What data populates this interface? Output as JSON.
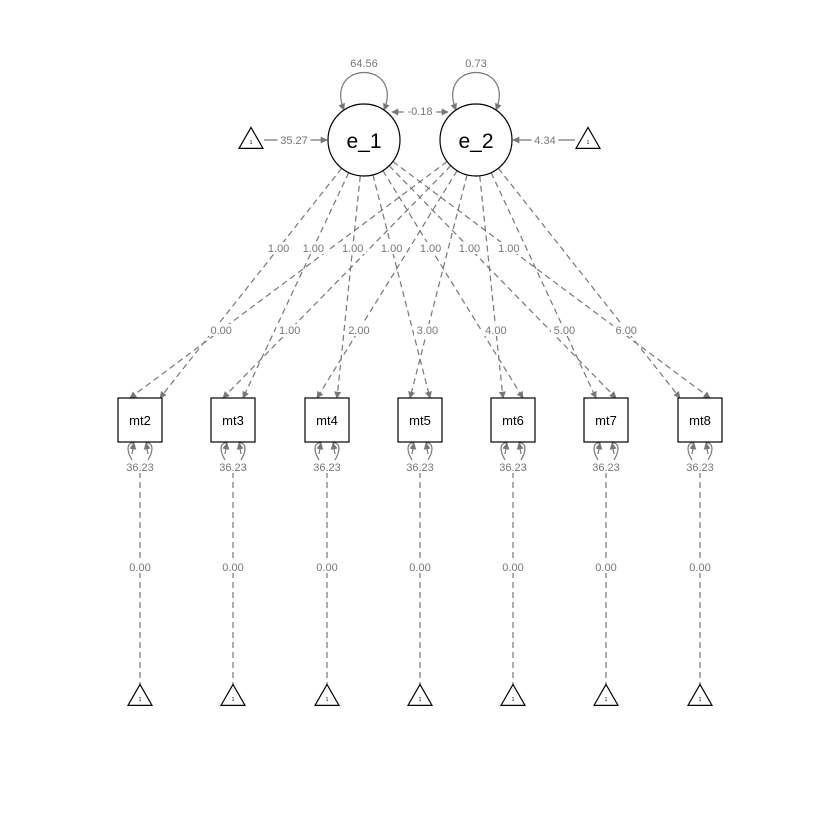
{
  "diagram": {
    "edge_color": "#777777",
    "node_stroke": "#000000",
    "latents": [
      {
        "id": "e_1",
        "label": "e_1",
        "variance": "64.56",
        "intercept": "35.27"
      },
      {
        "id": "e_2",
        "label": "e_2",
        "variance": "0.73",
        "intercept": "4.34"
      }
    ],
    "latent_covariance": "-0.18",
    "manifests": [
      {
        "id": "mt2",
        "label": "mt2",
        "residual": "36.23",
        "intercept": "0.00"
      },
      {
        "id": "mt3",
        "label": "mt3",
        "residual": "36.23",
        "intercept": "0.00"
      },
      {
        "id": "mt4",
        "label": "mt4",
        "residual": "36.23",
        "intercept": "0.00"
      },
      {
        "id": "mt5",
        "label": "mt5",
        "residual": "36.23",
        "intercept": "0.00"
      },
      {
        "id": "mt6",
        "label": "mt6",
        "residual": "36.23",
        "intercept": "0.00"
      },
      {
        "id": "mt7",
        "label": "mt7",
        "residual": "36.23",
        "intercept": "0.00"
      },
      {
        "id": "mt8",
        "label": "mt8",
        "residual": "36.23",
        "intercept": "0.00"
      }
    ],
    "loadings": {
      "e_1": [
        "1.00",
        "1.00",
        "1.00",
        "1.00",
        "1.00",
        "1.00",
        "1.00"
      ],
      "e_2": [
        "0.00",
        "1.00",
        "2.00",
        "3.00",
        "4.00",
        "5.00",
        "6.00"
      ]
    },
    "constant_label": "1"
  }
}
